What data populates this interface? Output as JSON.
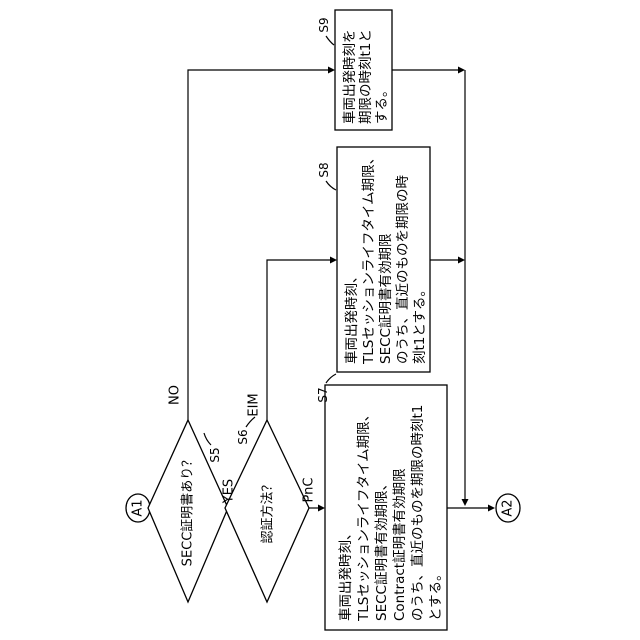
{
  "connectors": {
    "start": "A1",
    "end": "A2"
  },
  "decisions": {
    "s5": {
      "step": "S5",
      "text": "SECC証明書あり？"
    },
    "s6": {
      "step": "S6",
      "text": "認証方法？"
    }
  },
  "branches": {
    "yes": "YES",
    "no": "NO",
    "eim": "EIM",
    "pnc": "PnC"
  },
  "processes": {
    "s7": {
      "step": "S7",
      "lines": [
        "車両出発時刻、",
        "TLSセッションライフタイム期限、",
        "SECC証明書有効期限、",
        "Contract証明書有効期限",
        "のうち、直近のものを期限の時刻t1",
        "とする。"
      ]
    },
    "s8": {
      "step": "S8",
      "lines": [
        "車両出発時刻、",
        "TLSセッションライフタイム期限、",
        "SECC証明書有効期限",
        "のうち、直近のものを期限の時",
        "刻t1とする。"
      ]
    },
    "s9": {
      "step": "S9",
      "lines": [
        "車両出発時刻を",
        "期限の時刻t1と",
        "する。"
      ]
    }
  }
}
